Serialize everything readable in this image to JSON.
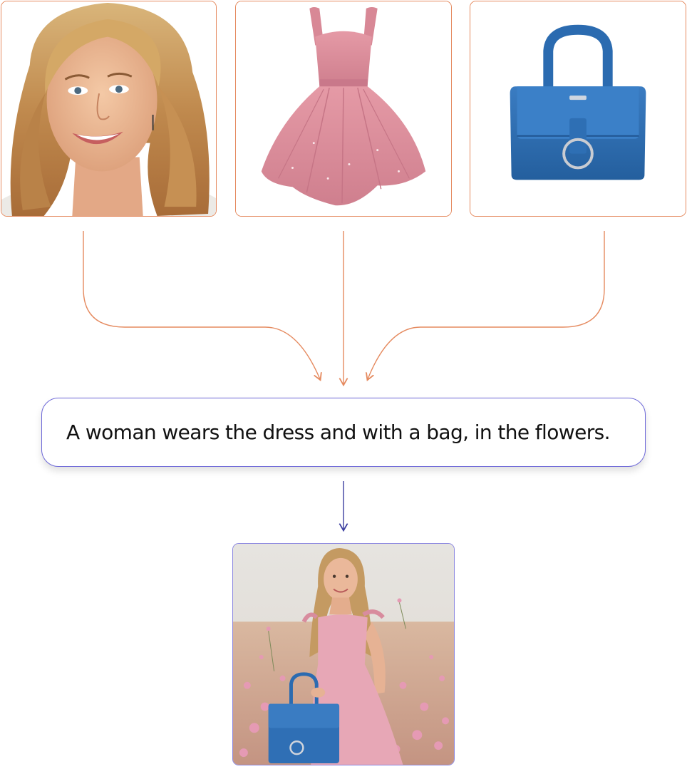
{
  "inputs": [
    {
      "id": "woman",
      "icon": "woman-portrait-icon"
    },
    {
      "id": "dress",
      "icon": "pink-dress-icon"
    },
    {
      "id": "bag",
      "icon": "blue-handbag-icon"
    }
  ],
  "prompt": {
    "text": "A woman wears the dress and with a bag, in the flowers."
  },
  "output": {
    "icon": "generated-result-image"
  },
  "colors": {
    "input_border": "#e58a5f",
    "connector_input": "#e58a5f",
    "prompt_border": "#6d68d8",
    "connector_output": "#3c3fa0",
    "dress_pink": "#dc8e9b",
    "bag_blue": "#2f6fb5",
    "hair_blond": "#c89a5a"
  }
}
